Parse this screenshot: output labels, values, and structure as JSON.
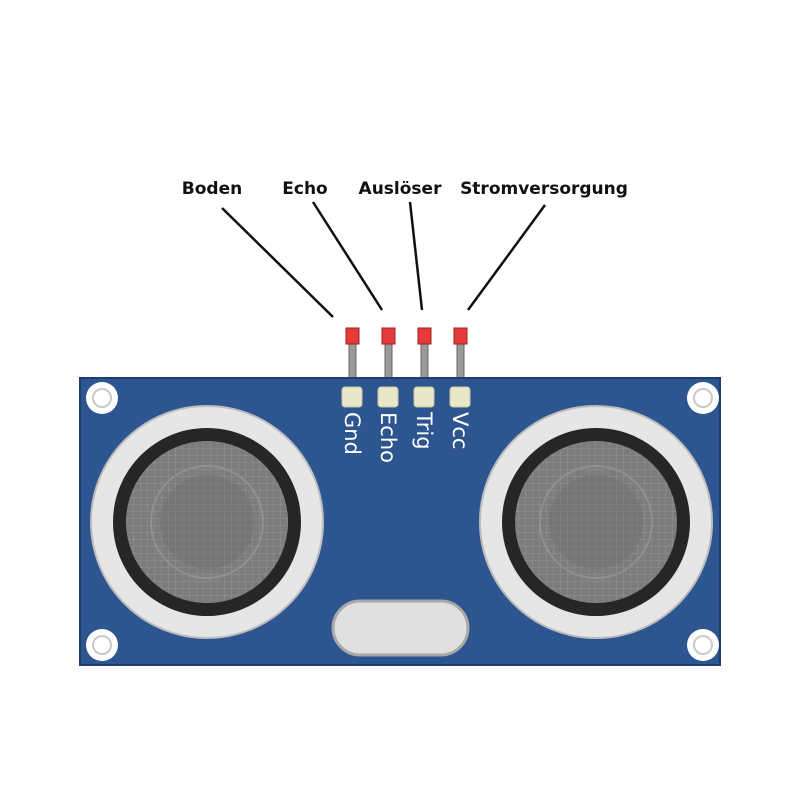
{
  "callouts": {
    "ground": "Boden",
    "echo": "Echo",
    "trigger": "Auslöser",
    "power": "Stromversorgung"
  },
  "pins": {
    "gnd": "Gnd",
    "echo": "Echo",
    "trig": "Trig",
    "vcc": "Vcc"
  },
  "colors": {
    "board": "#2d5590",
    "board_edge": "#203f70",
    "pin_pad": "#eae7c9",
    "pin_tip": "#e53a3a",
    "pin_wire": "#9a9a9a",
    "transducer_ring": "#e6e6e6",
    "transducer_dark": "#262626",
    "transducer_mesh": "#7a7a7a",
    "crystal": "#e0e0e0"
  }
}
